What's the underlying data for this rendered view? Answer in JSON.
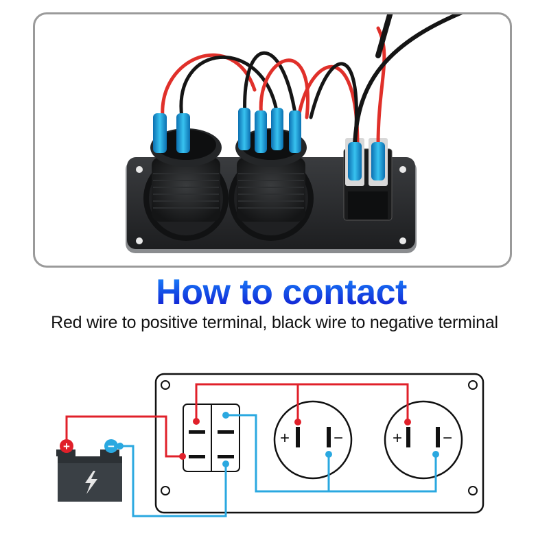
{
  "heading": {
    "text": "How to contact",
    "gradient_top": "#1a8cff",
    "gradient_bottom": "#1010cc"
  },
  "subheading": {
    "text": "Red wire to positive terminal, black wire to negative terminal"
  },
  "colors": {
    "positive_wire": "#e0202a",
    "negative_wire": "#2aa8e0",
    "panel_outline": "#111111",
    "battery_body": "#3a4045",
    "photo_frame_border": "#9a9a9a"
  },
  "diagram": {
    "battery_icon": "battery-icon",
    "positive_terminal_symbol": "+",
    "negative_terminal_symbol": "−",
    "sockets": [
      {
        "positive_label": "+",
        "negative_label": "−"
      },
      {
        "positive_label": "+",
        "negative_label": "−"
      }
    ]
  },
  "photo": {
    "description_icons": [
      "mounting-panel",
      "usb-socket",
      "power-socket",
      "rocker-switch"
    ]
  }
}
